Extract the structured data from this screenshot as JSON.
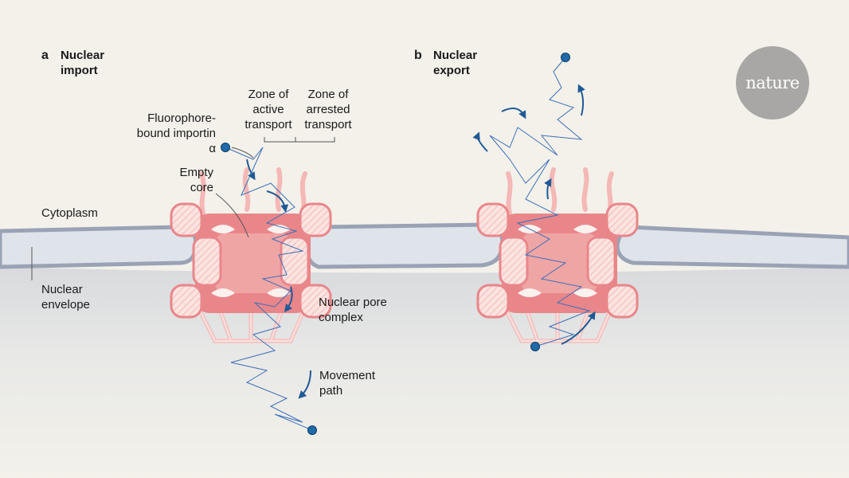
{
  "panels": [
    {
      "letter": "a",
      "title": "Nuclear import"
    },
    {
      "letter": "b",
      "title": "Nuclear export"
    }
  ],
  "labels": {
    "zone_active": "Zone of active transport",
    "zone_arrested": "Zone of arrested transport",
    "fluorophore": "Fluorophore-bound importin α",
    "empty_core": "Empty core",
    "cytoplasm": "Cytoplasm",
    "nuclear_envelope": "Nuclear envelope",
    "npc": "Nuclear pore complex",
    "movement_path": "Movement path"
  },
  "logo": "nature",
  "colors": {
    "background": "#f3f1ea",
    "pore": "#e9868a",
    "pore_light": "#f6cfcc",
    "envelope": "#9aa3b5",
    "path": "#3d6fb8",
    "arrow": "#1f5a96",
    "particle": "#1f6aa8"
  }
}
